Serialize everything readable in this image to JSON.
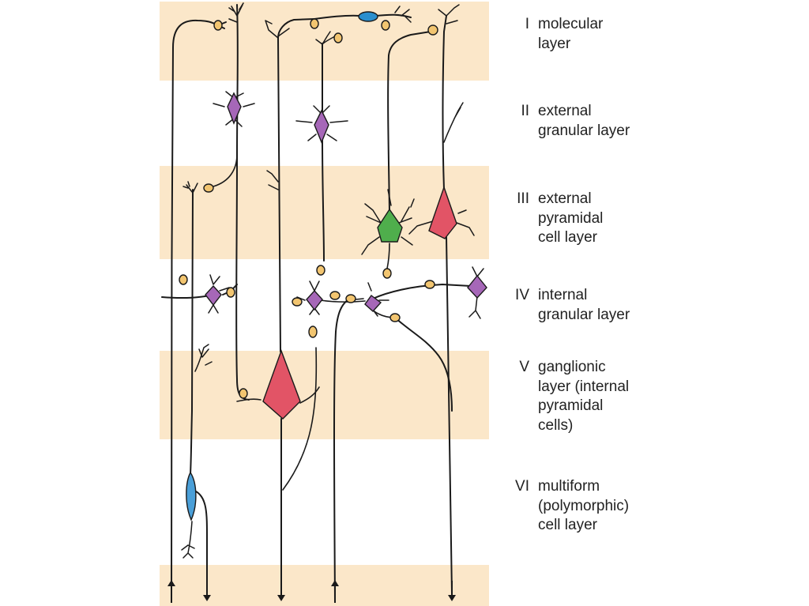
{
  "colors": {
    "band": "#fbe7c9",
    "background": "#ffffff",
    "line": "#1a1a1a",
    "pyramidal_red": "#e25466",
    "granule_purple": "#a667b8",
    "pyramidal_green": "#4fae4c",
    "fusiform_blue": "#4a9fd8",
    "horizontal_cell_blue": "#2a8fce",
    "terminal_yellow": "#f2c570",
    "label_text": "#222222"
  },
  "layers": [
    {
      "numeral": "I",
      "name": "molecular\nlayer"
    },
    {
      "numeral": "II",
      "name": "external\ngranular layer"
    },
    {
      "numeral": "III",
      "name": "external\npyramidal\ncell layer"
    },
    {
      "numeral": "IV",
      "name": "internal\ngranular layer"
    },
    {
      "numeral": "V",
      "name": "ganglionic\nlayer (internal\npyramidal\ncells)"
    },
    {
      "numeral": "VI",
      "name": "multiform\n(polymorphic)\ncell layer"
    }
  ],
  "fibers": [
    {
      "name": "afferent-fiber",
      "direction": "up"
    },
    {
      "name": "efferent-fiber",
      "direction": "down"
    },
    {
      "name": "efferent-fiber",
      "direction": "down"
    },
    {
      "name": "afferent-fiber",
      "direction": "up"
    },
    {
      "name": "efferent-fiber",
      "direction": "down"
    }
  ]
}
